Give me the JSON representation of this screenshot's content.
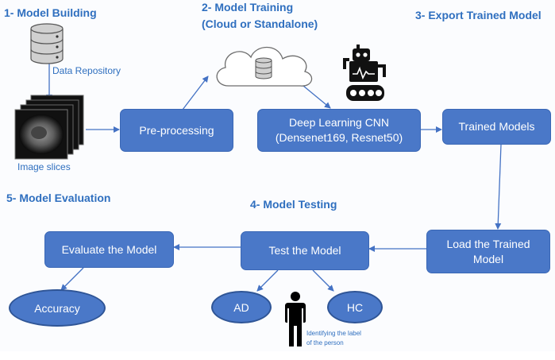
{
  "stages": {
    "model_building": "1- Model Building",
    "model_training_line1": "2- Model Training",
    "model_training_line2": "(Cloud or Standalone)",
    "export": "3- Export Trained Model",
    "testing": "4- Model Testing",
    "evaluation": "5- Model Evaluation"
  },
  "labels": {
    "data_repository": "Data Repository",
    "image_slices": "Image slices",
    "identify_line1": "Identifying the label",
    "identify_line2": "of the person"
  },
  "boxes": {
    "preprocessing": "Pre-processing",
    "cnn_line1": "Deep Learning CNN",
    "cnn_line2": "(Densenet169, Resnet50)",
    "trained_models": "Trained Models",
    "load_line1": "Load the Trained",
    "load_line2": "Model",
    "test_model": "Test the Model",
    "evaluate_model": "Evaluate the Model"
  },
  "outcomes": {
    "accuracy": "Accuracy",
    "ad": "AD",
    "hc": "HC"
  },
  "icons": [
    "database-icon",
    "cloud-database-icon",
    "robot-icon",
    "mri-slices-icon",
    "person-icon"
  ],
  "colors": {
    "title": "#2f6fbf",
    "box_fill": "#4a78c8",
    "arrow": "#4472c4"
  }
}
